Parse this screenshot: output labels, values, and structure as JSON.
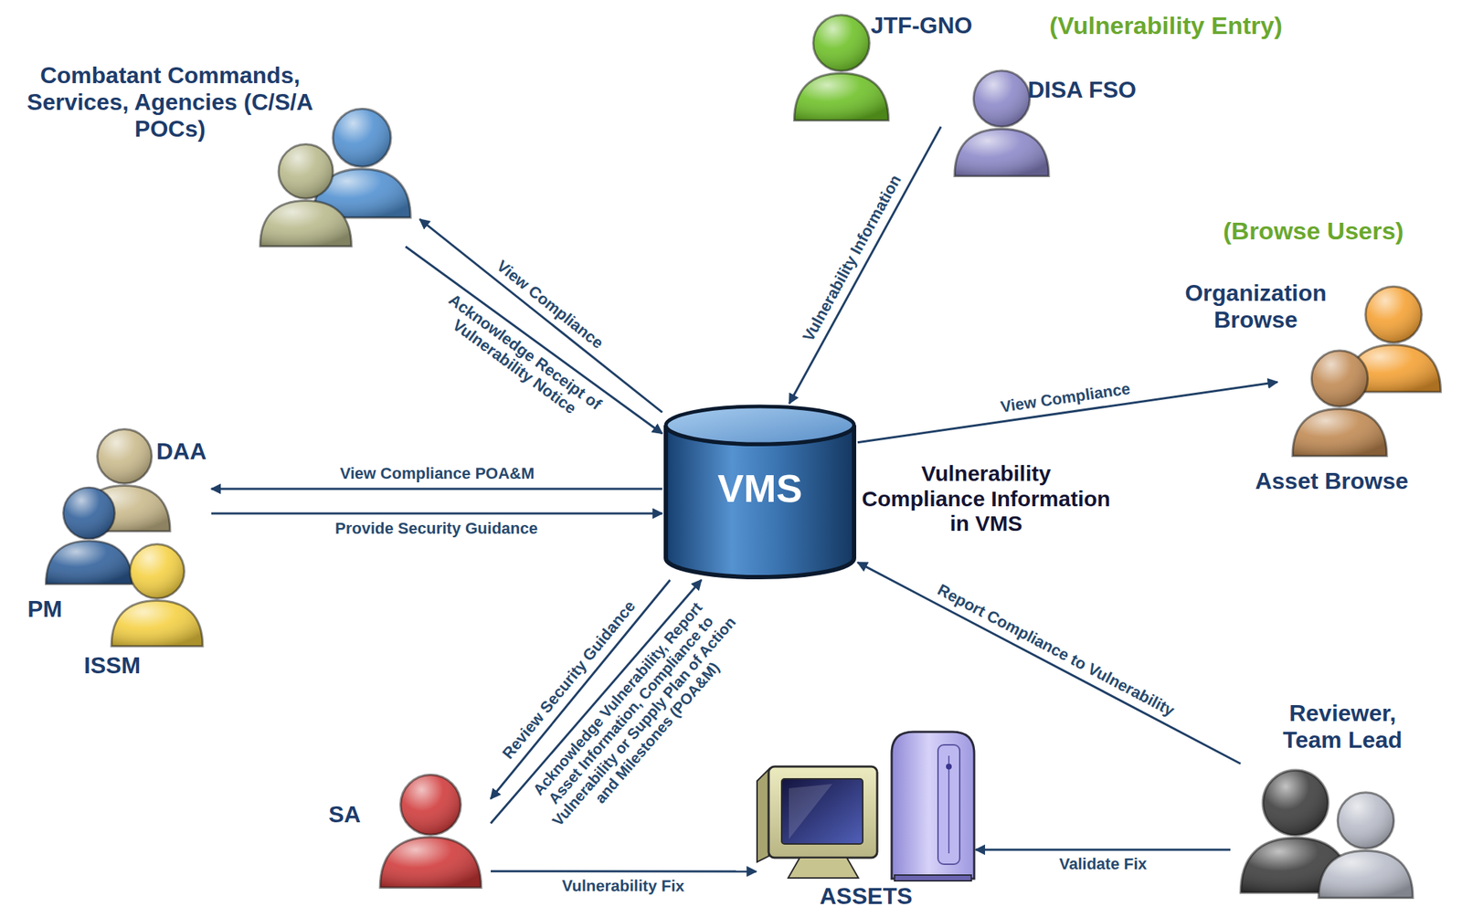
{
  "diagram": {
    "nodes": [
      {
        "text": [
          "Combatant Commands, Services, Agencies (C/S/A POCs)"
        ]
      },
      {
        "text": [
          "JTF-GNO"
        ]
      },
      {
        "text": [
          "DISA FSO"
        ]
      },
      {
        "text": [
          "Organization Browse",
          "Asset Browse"
        ]
      },
      {
        "text": [
          "DAA",
          "PM",
          "ISSM"
        ]
      },
      {
        "text": [
          "VMS",
          "Vulnerability Compliance Information in VMS"
        ]
      },
      {
        "text": [
          "SA"
        ]
      },
      {
        "text": [
          "ASSETS"
        ]
      },
      {
        "text": [
          "Reviewer, Team Lead"
        ]
      }
    ],
    "edges": [
      {
        "from": 5,
        "to": 0,
        "label": "View Compliance",
        "arrow": "to"
      },
      {
        "from": 0,
        "to": 5,
        "label": "Acknowledge Receipt of Vulnerability Notice",
        "arrow": "to"
      },
      {
        "from": 2,
        "to": 5,
        "label": "Vulnerability Information",
        "arrow": "to"
      },
      {
        "from": 5,
        "to": 3,
        "label": "View Compliance",
        "arrow": "to"
      },
      {
        "from": 5,
        "to": 4,
        "label": "View Compliance POA&M",
        "arrow": "to"
      },
      {
        "from": 4,
        "to": 5,
        "label": "Provide Security Guidance",
        "arrow": "to"
      },
      {
        "from": 5,
        "to": 6,
        "label": "Review Security Guidance",
        "arrow": "to"
      },
      {
        "from": 6,
        "to": 5,
        "label": "Acknowledge Vulnerability, Report Asset Information, Compliance to Vulnerability or Supply Plan of Action and Milestones (POA&M)",
        "arrow": "to"
      },
      {
        "from": 6,
        "to": 7,
        "label": "Vulnerability Fix",
        "arrow": "to"
      },
      {
        "from": 8,
        "to": 7,
        "label": "Validate Fix",
        "arrow": "to"
      },
      {
        "from": 8,
        "to": 5,
        "label": "Report Compliance to Vulnerability",
        "arrow": "to"
      }
    ],
    "labels": [
      "(Vulnerability Entry)",
      "(Browse Users)"
    ]
  }
}
